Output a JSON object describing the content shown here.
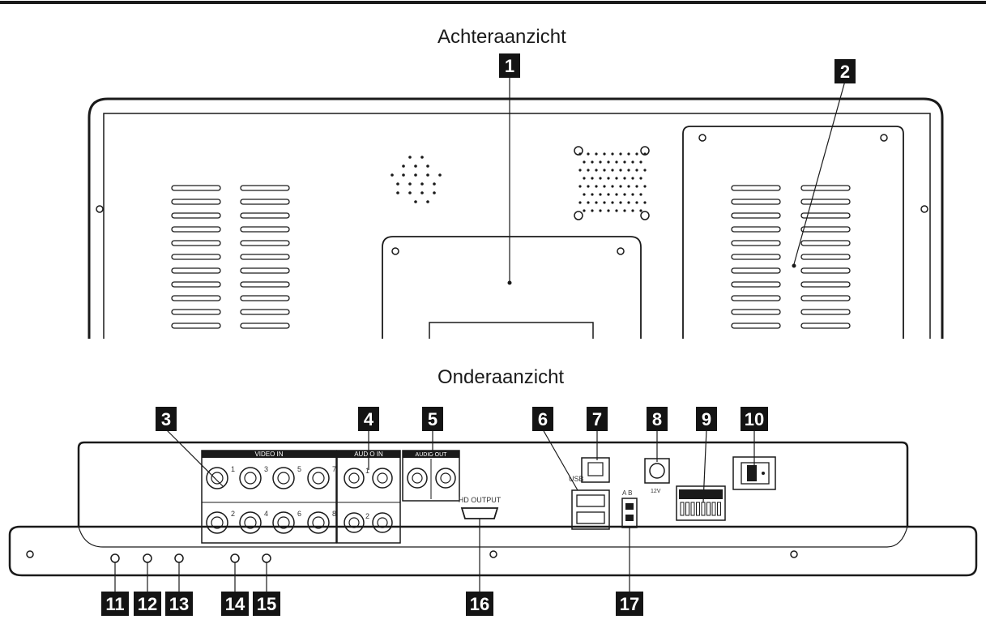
{
  "titles": {
    "rear": "Achteraanzicht",
    "bottom": "Onderaanzicht"
  },
  "callouts": [
    "1",
    "2",
    "3",
    "4",
    "5",
    "6",
    "7",
    "8",
    "9",
    "10",
    "11",
    "12",
    "13",
    "14",
    "15",
    "16",
    "17"
  ],
  "panel_labels": {
    "video_in": "VIDEO IN",
    "audio_in": "AUDIO IN",
    "audio_out": "AUDIO OUT",
    "hd_output": "HD OUTPUT",
    "usb": "USB",
    "power": "12V",
    "ab": "A B"
  },
  "video_in_numbers": [
    "1",
    "3",
    "5",
    "7",
    "2",
    "4",
    "6",
    "8"
  ],
  "audio_in_numbers": [
    "1",
    "2"
  ],
  "colors": {
    "line": "#1a1a1a",
    "callout_bg": "#141414",
    "callout_text": "#ffffff",
    "background": "#ffffff"
  }
}
